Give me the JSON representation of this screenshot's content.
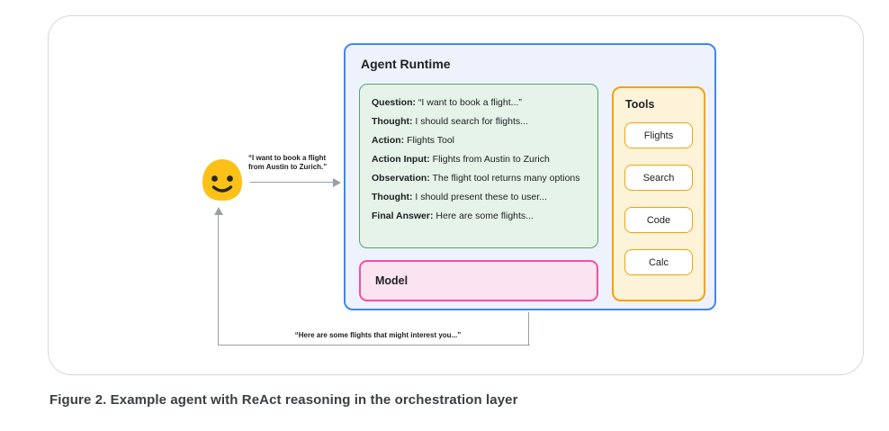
{
  "caption": "Figure 2. Example agent with ReAct reasoning in the orchestration layer",
  "user": {
    "emoji": "smiling-blob-emoji",
    "request_line1": "“I want to book a flight",
    "request_line2": "from Austin to Zurich.”",
    "response": "“Here are some flights that might interest you...”"
  },
  "agent_runtime": {
    "title": "Agent Runtime",
    "react_trace": [
      {
        "label": "Question:",
        "text": "“I want to book a flight...”"
      },
      {
        "label": "Thought:",
        "text": "I should search for flights..."
      },
      {
        "label": "Action:",
        "text": "Flights Tool"
      },
      {
        "label": "Action Input:",
        "text": "Flights from Austin to Zurich"
      },
      {
        "label": "Observation:",
        "text": "The flight tool returns many options"
      },
      {
        "label": "Thought:",
        "text": "I should present these to user..."
      },
      {
        "label": "Final Answer:",
        "text": "Here are some flights..."
      }
    ],
    "model_label": "Model",
    "tools": {
      "title": "Tools",
      "items": [
        "Flights",
        "Search",
        "Code",
        "Calc"
      ]
    }
  },
  "colors": {
    "runtime_border": "#4285f4",
    "runtime_fill": "#eef2fc",
    "trace_border": "#51a767",
    "trace_fill": "#e5f3e9",
    "model_border": "#f2509e",
    "model_fill": "#fbe3f0",
    "tools_border": "#f1a30b",
    "tools_fill": "#fcf3d9",
    "emoji_yellow": "#fbc117",
    "arrow_gray": "#9aa0a6"
  }
}
